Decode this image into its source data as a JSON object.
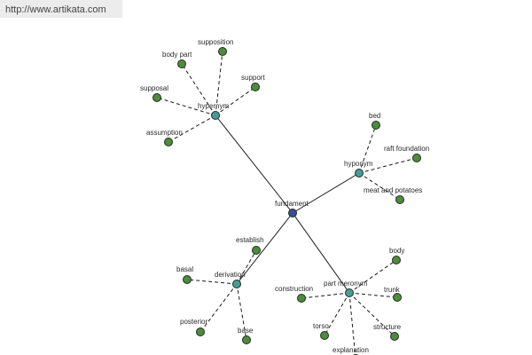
{
  "source_url": "http://www.artikata.com",
  "colors": {
    "root": "#3a4c9c",
    "relation": "#4a9a9a",
    "leaf": "#4f8a3f"
  },
  "root": {
    "label": "fundament"
  },
  "relations": [
    {
      "label": "hypernym",
      "terms": [
        "supposition",
        "body part",
        "support",
        "supposal",
        "assumption"
      ]
    },
    {
      "label": "hyponym",
      "terms": [
        "bed",
        "raft foundation",
        "meat and potatoes"
      ]
    },
    {
      "label": "derivation",
      "terms": [
        "establish",
        "basal",
        "posterior",
        "base"
      ]
    },
    {
      "label": "part meronym",
      "terms": [
        "body",
        "construction",
        "trunk",
        "torso",
        "structure",
        "explanation"
      ]
    }
  ]
}
